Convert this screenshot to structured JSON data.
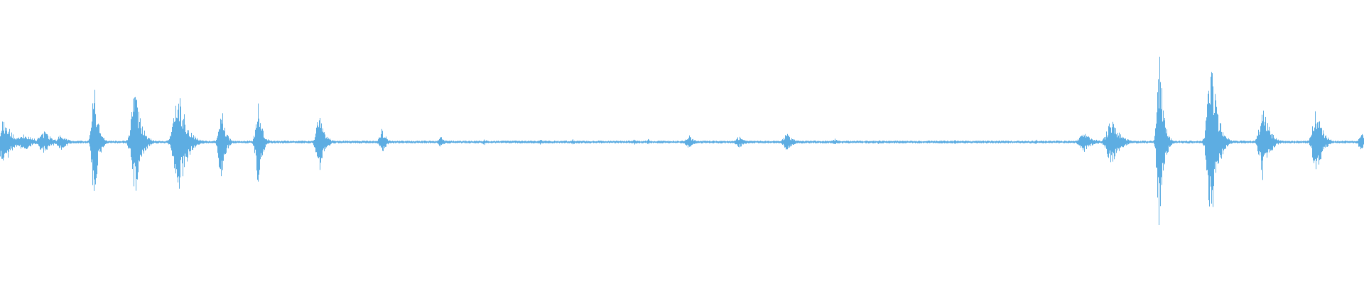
{
  "waveform": {
    "color": "#5dade2",
    "background": "#ffffff",
    "baseline_amplitude": 0.005,
    "bursts": [
      {
        "pos": 0.003,
        "width": 0.008,
        "amp": 0.085
      },
      {
        "pos": 0.018,
        "width": 0.01,
        "amp": 0.03
      },
      {
        "pos": 0.032,
        "width": 0.008,
        "amp": 0.04
      },
      {
        "pos": 0.045,
        "width": 0.006,
        "amp": 0.03
      },
      {
        "pos": 0.069,
        "width": 0.004,
        "amp": 0.21
      },
      {
        "pos": 0.099,
        "width": 0.006,
        "amp": 0.2
      },
      {
        "pos": 0.131,
        "width": 0.008,
        "amp": 0.19
      },
      {
        "pos": 0.162,
        "width": 0.004,
        "amp": 0.14
      },
      {
        "pos": 0.189,
        "width": 0.004,
        "amp": 0.15
      },
      {
        "pos": 0.234,
        "width": 0.005,
        "amp": 0.11
      },
      {
        "pos": 0.28,
        "width": 0.004,
        "amp": 0.05
      },
      {
        "pos": 0.323,
        "width": 0.004,
        "amp": 0.02
      },
      {
        "pos": 0.355,
        "width": 0.003,
        "amp": 0.012
      },
      {
        "pos": 0.396,
        "width": 0.003,
        "amp": 0.01
      },
      {
        "pos": 0.42,
        "width": 0.003,
        "amp": 0.01
      },
      {
        "pos": 0.465,
        "width": 0.003,
        "amp": 0.01
      },
      {
        "pos": 0.475,
        "width": 0.002,
        "amp": 0.012
      },
      {
        "pos": 0.505,
        "width": 0.005,
        "amp": 0.025
      },
      {
        "pos": 0.542,
        "width": 0.006,
        "amp": 0.02
      },
      {
        "pos": 0.577,
        "width": 0.006,
        "amp": 0.03
      },
      {
        "pos": 0.612,
        "width": 0.004,
        "amp": 0.012
      },
      {
        "pos": 0.644,
        "width": 0.003,
        "amp": 0.008
      },
      {
        "pos": 0.7,
        "width": 0.004,
        "amp": 0.008
      },
      {
        "pos": 0.76,
        "width": 0.004,
        "amp": 0.008
      },
      {
        "pos": 0.795,
        "width": 0.008,
        "amp": 0.035
      },
      {
        "pos": 0.815,
        "width": 0.008,
        "amp": 0.08
      },
      {
        "pos": 0.85,
        "width": 0.004,
        "amp": 0.33
      },
      {
        "pos": 0.888,
        "width": 0.006,
        "amp": 0.32
      },
      {
        "pos": 0.926,
        "width": 0.006,
        "amp": 0.14
      },
      {
        "pos": 0.965,
        "width": 0.006,
        "amp": 0.12
      },
      {
        "pos": 0.998,
        "width": 0.004,
        "amp": 0.04
      }
    ]
  }
}
